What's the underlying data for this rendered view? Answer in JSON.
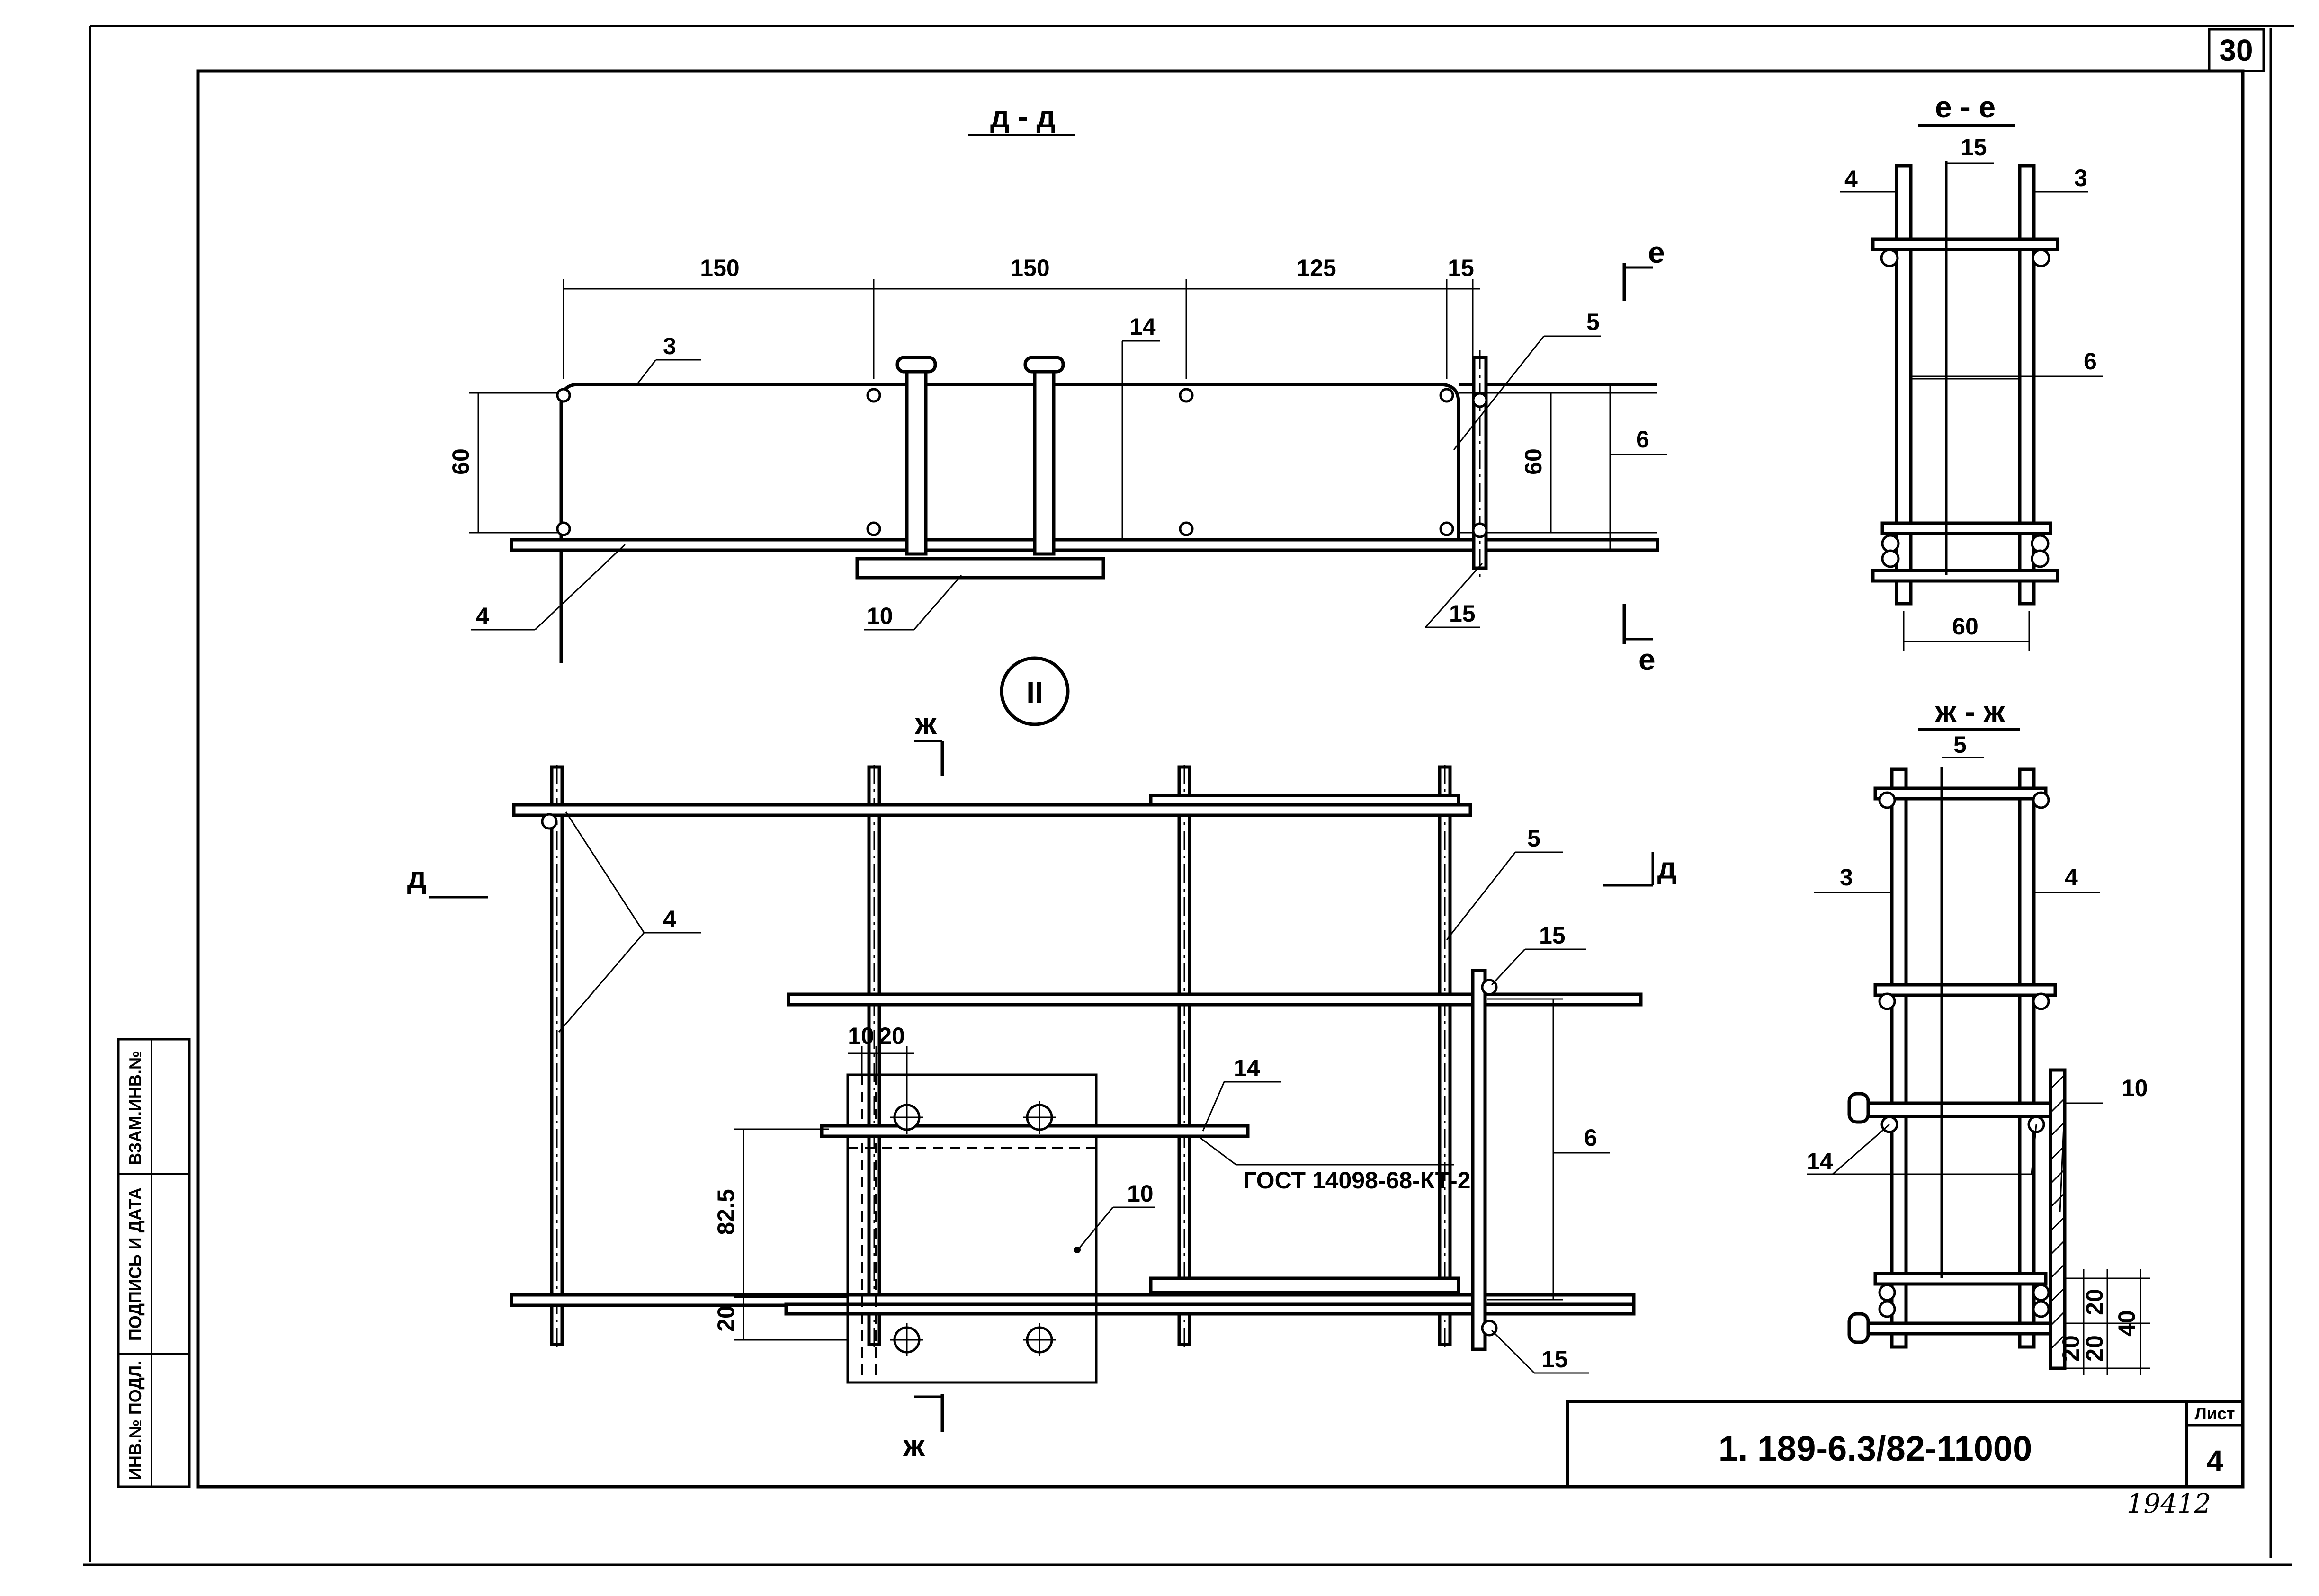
{
  "drawing": {
    "sheet_corner_number": "30",
    "title_code": "1. 189-6.3/82-11000",
    "sheet_label": "Лист",
    "sheet_number": "4",
    "inventory_number": "19412",
    "side_stamp": {
      "inv_no_podl": "ИНВ.№ ПОДЛ.",
      "podpis_i_data": "ПОДПИСЬ И ДАТА",
      "vzam_inv_no": "ВЗАМ.ИНВ.№"
    }
  },
  "section_d": {
    "title": "д - д",
    "dims": {
      "d1": "150",
      "d2": "150",
      "d3": "125",
      "d4": "15",
      "h_left": "60",
      "h_right": "60"
    },
    "labels": {
      "p3": "3",
      "p4": "4",
      "p5": "5",
      "p6": "6",
      "p10": "10",
      "p14": "14",
      "p15": "15"
    },
    "cut_mark": "е"
  },
  "section_e": {
    "title": "е - е",
    "labels": {
      "p4": "4",
      "p15": "15",
      "p3": "3",
      "p6": "6"
    },
    "dim_width": "60"
  },
  "section_zh": {
    "title": "ж - ж",
    "labels": {
      "p5": "5",
      "p3": "3",
      "p4": "4",
      "p10": "10",
      "p14": "14"
    },
    "dims": {
      "a": "20",
      "b": "20",
      "c": "20",
      "d": "40"
    }
  },
  "node": {
    "callout": "II",
    "cut_zh": "ж",
    "cut_d": "д",
    "labels": {
      "p4": "4",
      "p5": "5",
      "p15a": "15",
      "p15b": "15",
      "p14": "14",
      "p10": "10",
      "p6": "6"
    },
    "dims": {
      "w1": "10",
      "w2": "20",
      "h1": "82.5",
      "h2": "20"
    },
    "weld_note": "ГОСТ 14098-68-КТ-2"
  }
}
